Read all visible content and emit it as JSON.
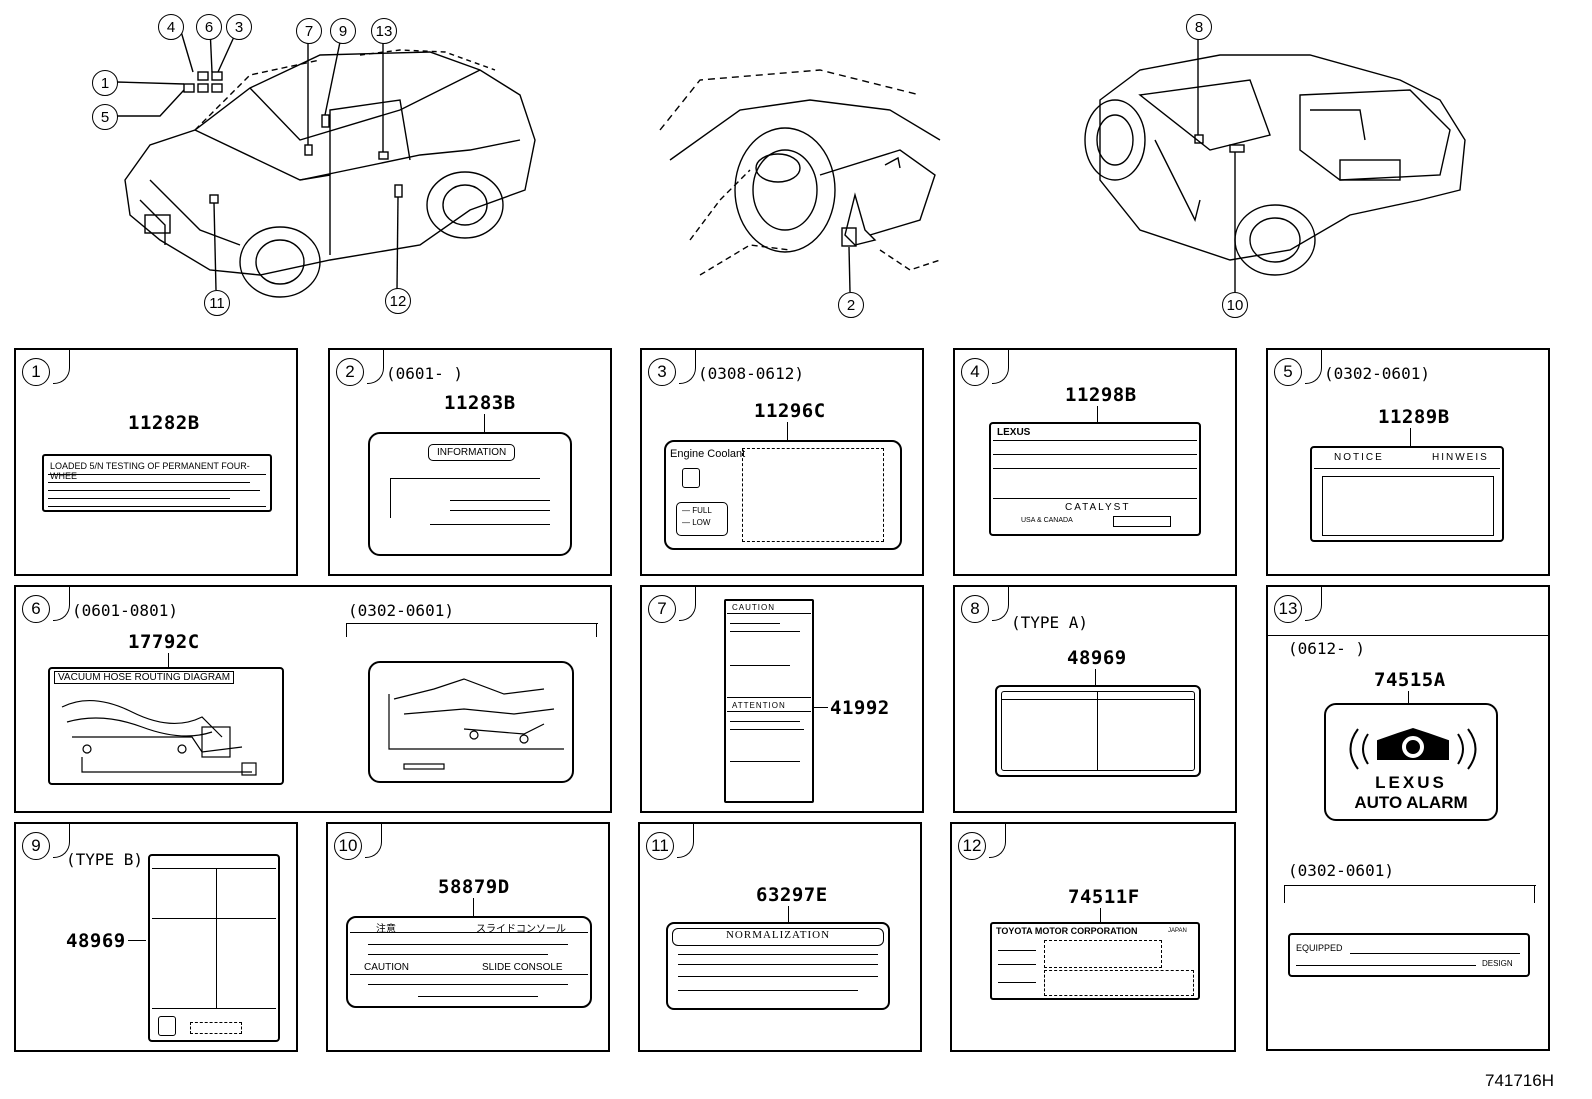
{
  "callouts": {
    "c1": "1",
    "c2": "2",
    "c3": "3",
    "c4": "4",
    "c5": "5",
    "c6": "6",
    "c7": "7",
    "c8": "8",
    "c9": "9",
    "c10": "10",
    "c11": "11",
    "c12": "12",
    "c13": "13"
  },
  "panels": {
    "p1": {
      "num": "1",
      "part": "11282B",
      "label_text": "LOADED 5/N TESTING OF PERMANENT FOUR-WHEE"
    },
    "p2": {
      "num": "2",
      "date": "(0601-      )",
      "part": "11283B",
      "label_text": "INFORMATION"
    },
    "p3": {
      "num": "3",
      "date": "(0308-0612)",
      "part": "11296C",
      "label_text": "Engine Coolant",
      "full": "— FULL",
      "low": "— LOW"
    },
    "p4": {
      "num": "4",
      "part": "11298B",
      "brand": "LEXUS",
      "catalyst": "CATALYST",
      "region": "USA & CANADA"
    },
    "p5": {
      "num": "5",
      "date": "(0302-0601)",
      "part": "11289B",
      "notice": "NOTICE",
      "hinweis": "HINWEIS"
    },
    "p6": {
      "num": "6",
      "date1": "(0601-0801)",
      "part": "17792C",
      "label_text": "VACUUM HOSE ROUTING DIAGRAM",
      "date2": "(0302-0601)"
    },
    "p7": {
      "num": "7",
      "part": "41992",
      "caution": "CAUTION",
      "attention": "ATTENTION"
    },
    "p8": {
      "num": "8",
      "type": "(TYPE A)",
      "part": "48969"
    },
    "p9": {
      "num": "9",
      "type": "(TYPE B)",
      "part": "48969"
    },
    "p10": {
      "num": "10",
      "part": "58879D",
      "jp1": "注意",
      "jp2": "スライドコンソール",
      "caution": "CAUTION",
      "slide": "SLIDE CONSOLE"
    },
    "p11": {
      "num": "11",
      "part": "63297E",
      "label_text": "NORMALIZATION"
    },
    "p12": {
      "num": "12",
      "part": "74511F",
      "label_text": "TOYOTA MOTOR CORPORATION",
      "japan": "JAPAN"
    },
    "p13": {
      "num": "13",
      "date1": "(0612-      )",
      "part": "74515A",
      "brand": "LEXUS",
      "alarm": "AUTO ALARM",
      "date2": "(0302-0601)",
      "equipped": "EQUIPPED",
      "design": "DESIGN"
    }
  },
  "footer": "741716H"
}
